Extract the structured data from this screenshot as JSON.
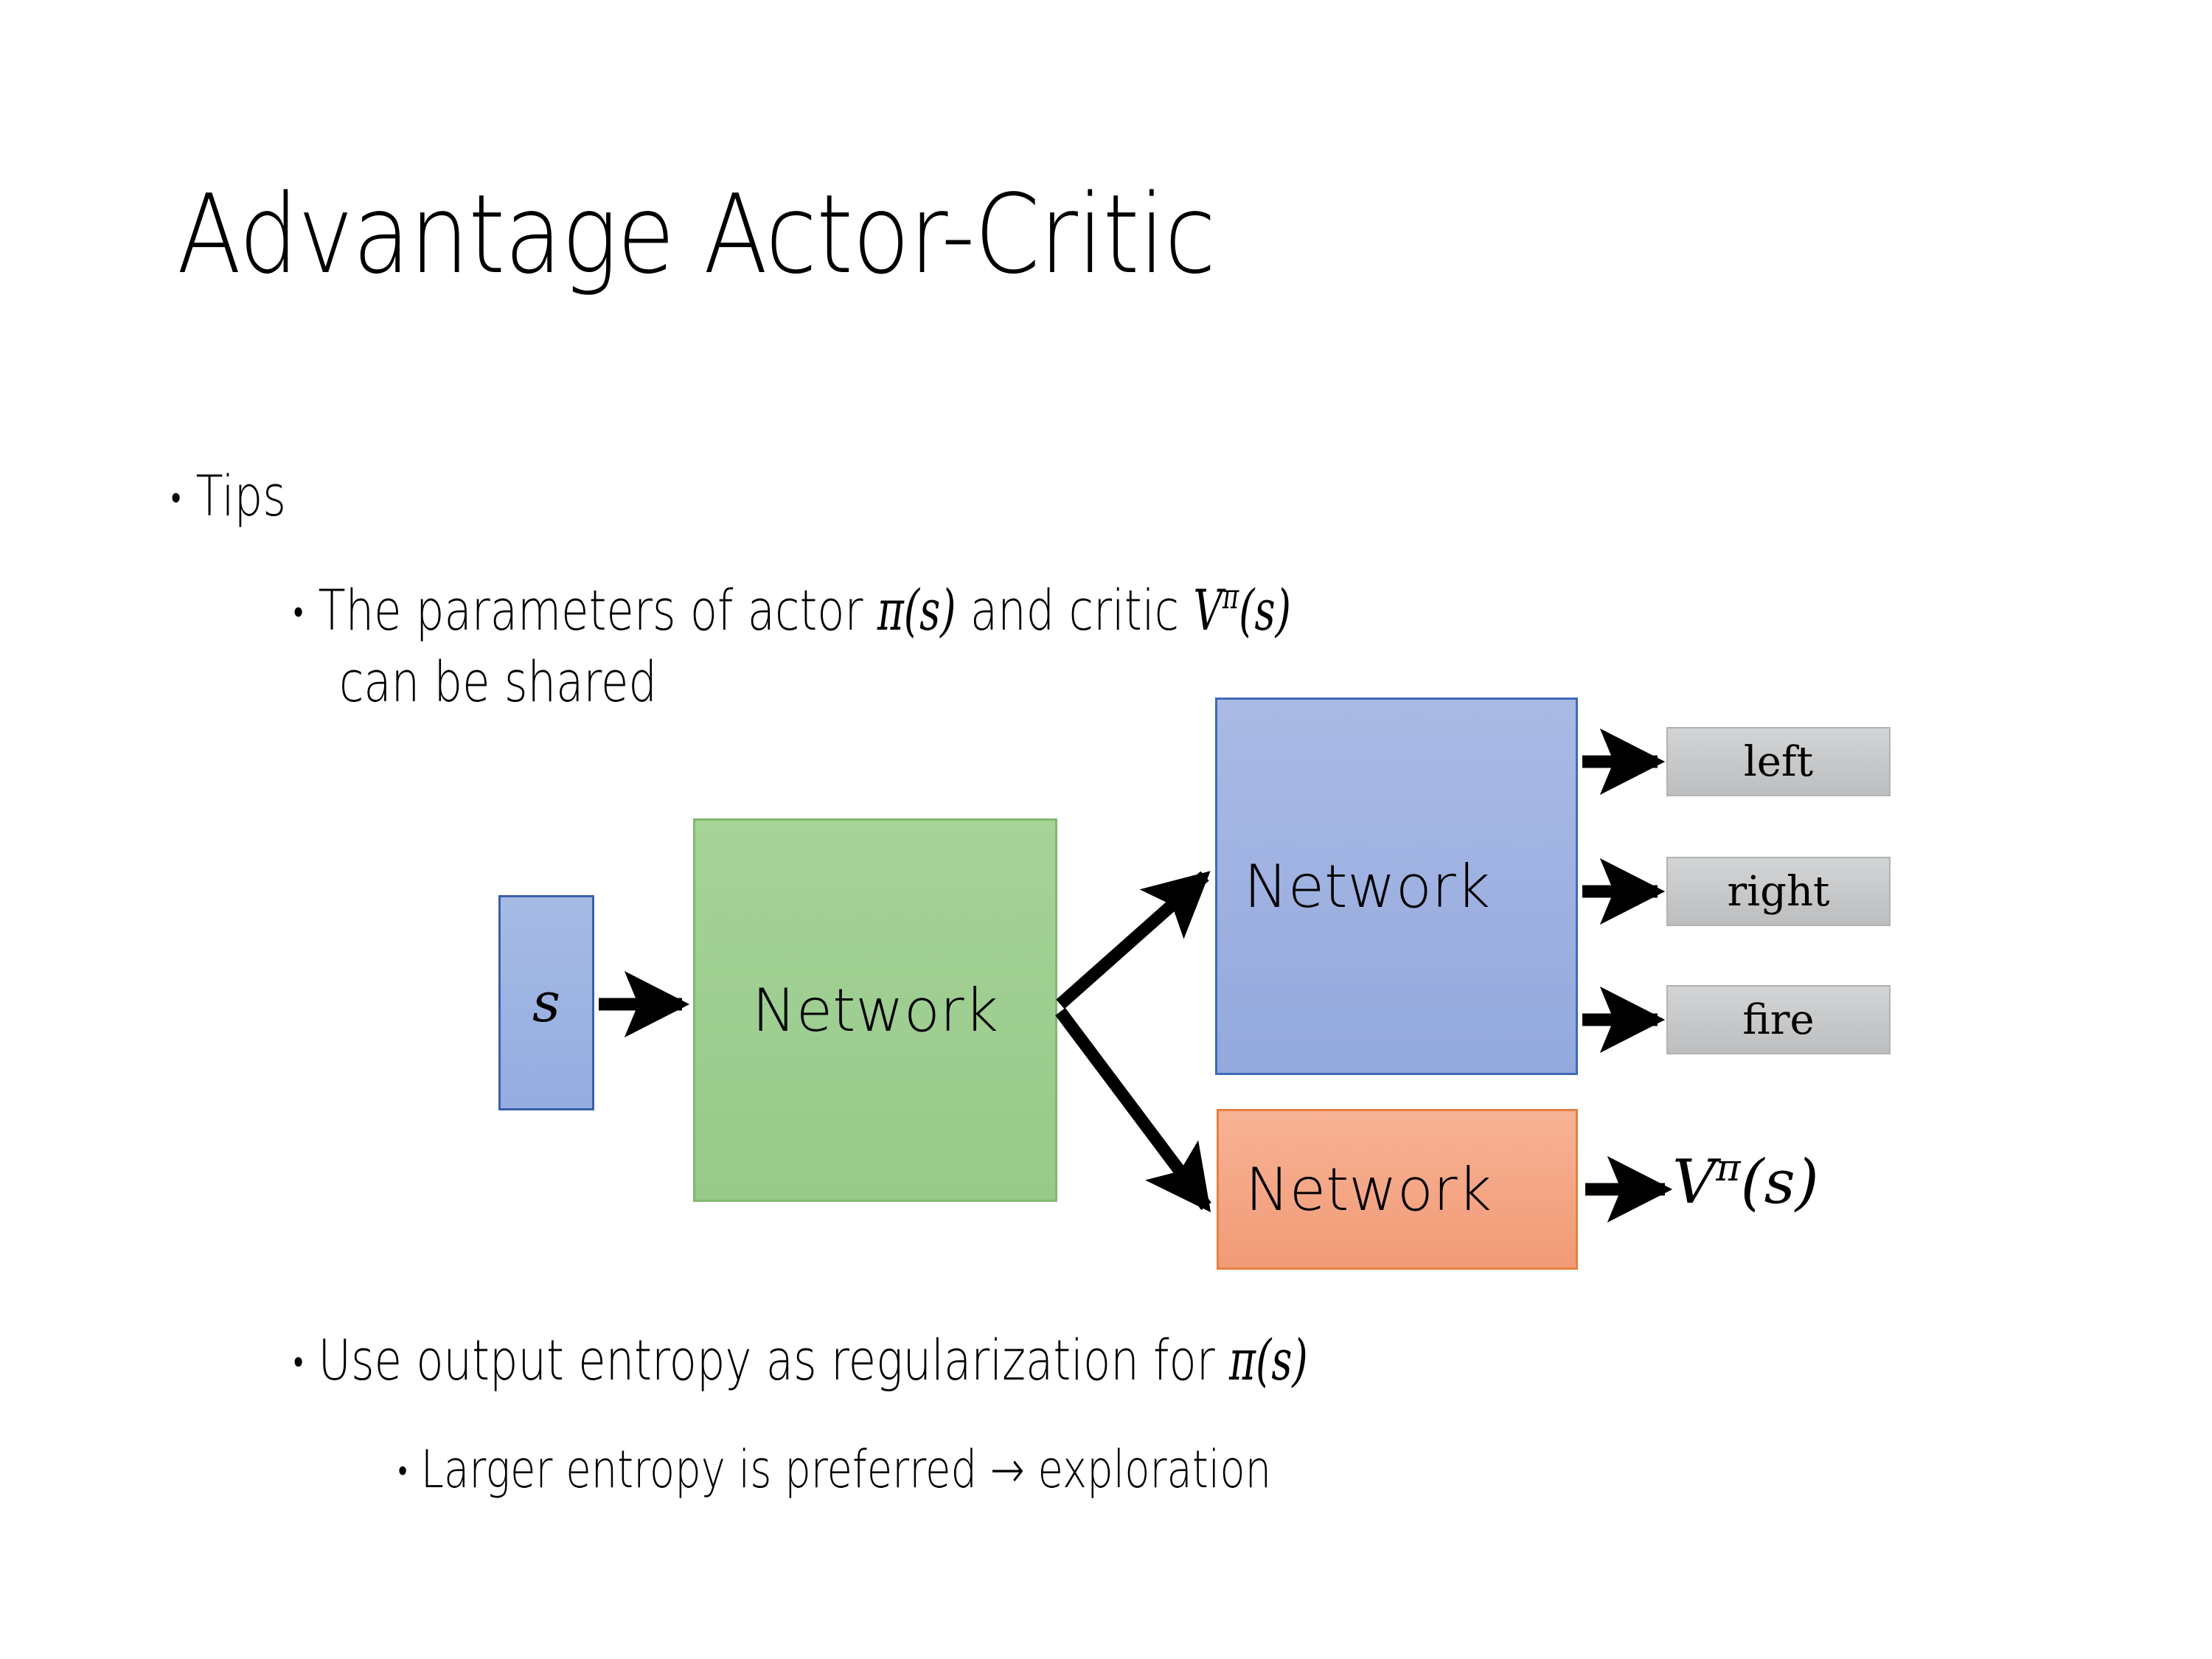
{
  "slide": {
    "title": "Advantage Actor-Critic",
    "background_color": "#ffffff"
  },
  "bullets": {
    "level1": {
      "marker": "•",
      "text": "Tips"
    },
    "level2_line1_a": "The parameters of actor ",
    "level2_line1_math1": "π(s)",
    "level2_line1_b": "  and critic ",
    "level2_line1_math2_base": "V",
    "level2_line1_math2_sup": "π",
    "level2_line1_math2_arg": "(s)",
    "level2_line2": "can be shared",
    "level2_entropy_a": "Use output entropy as regularization for ",
    "level2_entropy_math": "π(s)",
    "level3_exploration": "Larger entropy is preferred → exploration"
  },
  "diagram": {
    "input_label": "s",
    "shared_network_label": "Network",
    "actor_network_label": "Network",
    "critic_network_label": "Network",
    "actions": [
      {
        "label": "left"
      },
      {
        "label": "right"
      },
      {
        "label": "fire"
      }
    ],
    "critic_output_base": "V",
    "critic_output_sup": "π",
    "critic_output_arg": "(s)",
    "colors": {
      "input_fill": "#9cb2e2",
      "input_border": "#3c5fab",
      "shared_fill": "#9ecf91",
      "shared_border": "#7fba6d",
      "actor_fill": "#9fb2e1",
      "actor_border": "#4069b5",
      "critic_fill": "#f4a785",
      "critic_border": "#e8803f",
      "action_fill": "#c7c9cb",
      "action_border": "#b0b2b4",
      "arrow": "#000000"
    }
  }
}
